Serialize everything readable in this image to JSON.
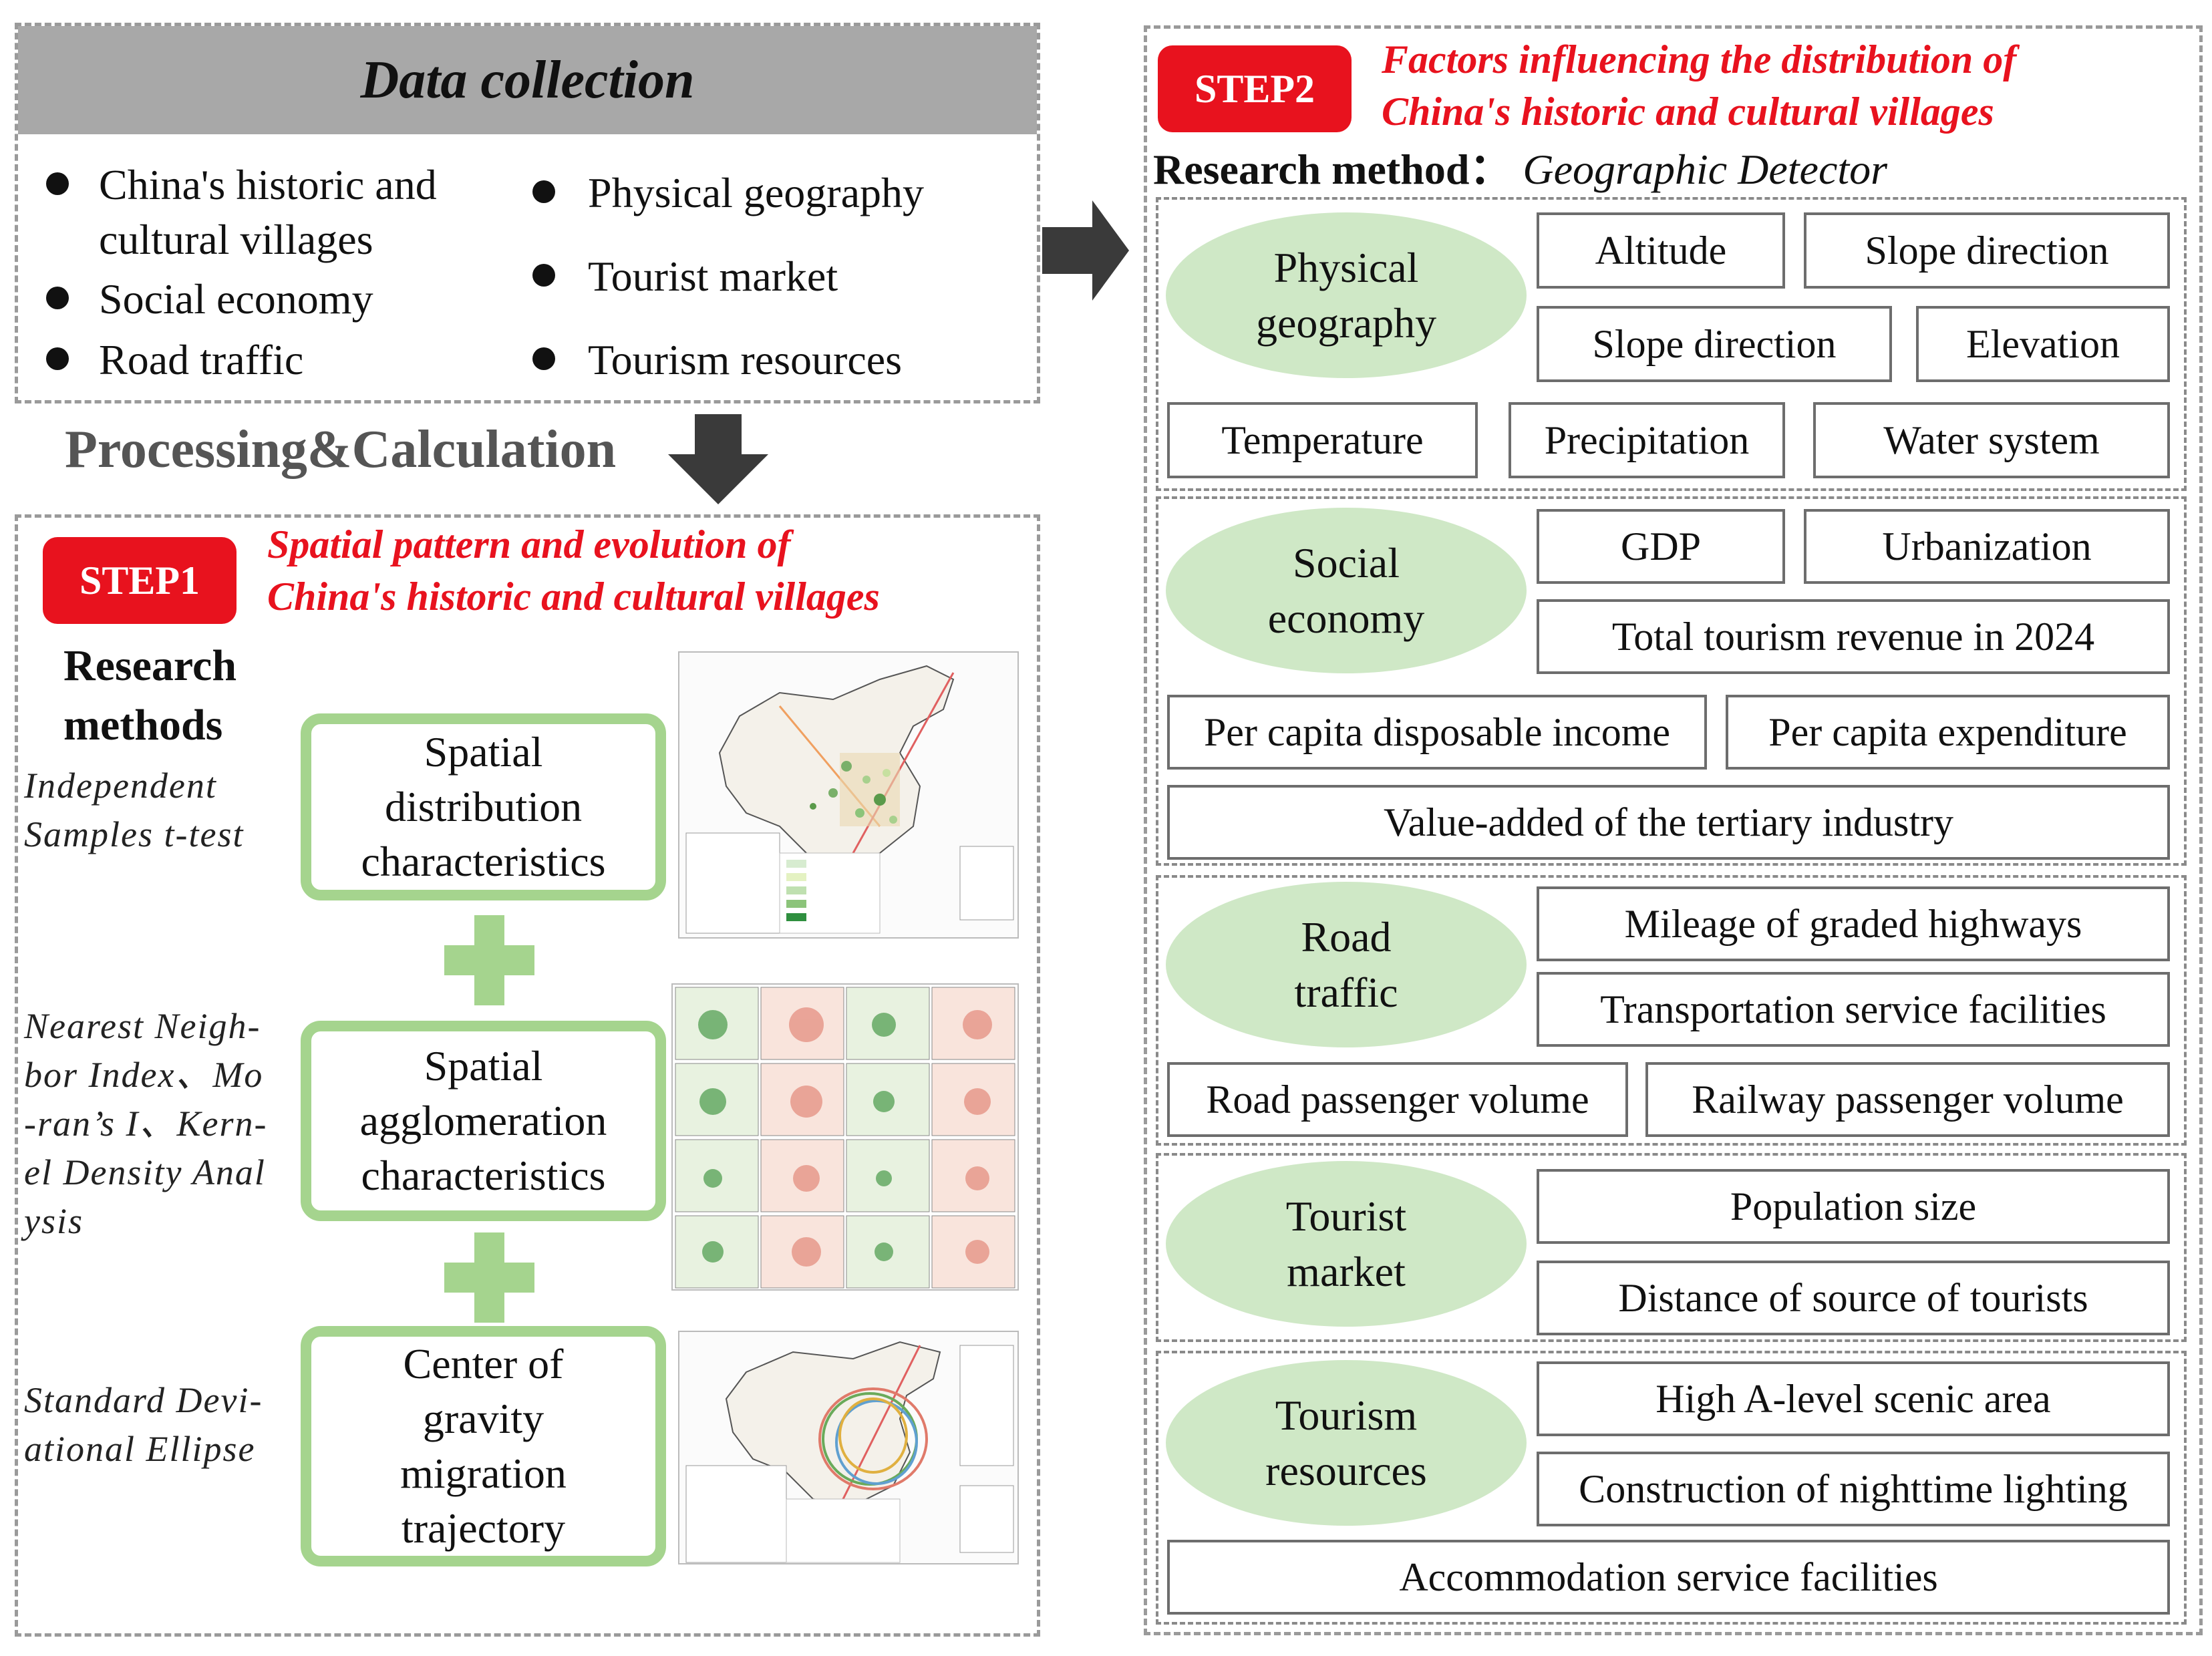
{
  "data_collection": {
    "title": "Data collection",
    "left_items": [
      "China's historic and\ncultural villages",
      "Social economy",
      "Road traffic"
    ],
    "right_items": [
      "Physical geography",
      "Tourist market",
      "Tourism resources"
    ]
  },
  "processing_label": "Processing&Calculation",
  "step1": {
    "badge": "STEP1",
    "title": "Spatial pattern and evolution of\nChina's historic and cultural villages",
    "research_methods_label": "Research\nmethods",
    "methods": [
      "Independent\nSamples t-test",
      "Nearest Neigh-\nbor Index、Mo\n-ran’s I、Kern-\nel Density Anal\nysis",
      "Standard Devi-\national Ellipse"
    ],
    "boxes": [
      "Spatial\ndistribution\ncharacteristics",
      "Spatial\nagglomeration\ncharacteristics",
      "Center of\ngravity\nmigration\ntrajectory"
    ]
  },
  "step2": {
    "badge": "STEP2",
    "title": "Factors influencing the distribution of\nChina's historic and cultural villages",
    "method_label": "Research method：",
    "method_value": "Geographic Detector",
    "groups": {
      "physical": {
        "label": "Physical\ngeography",
        "factors": [
          "Altitude",
          "Slope direction",
          "Slope direction",
          "Elevation",
          "Temperature",
          "Precipitation",
          "Water system"
        ]
      },
      "social": {
        "label": "Social\neconomy",
        "factors": [
          "GDP",
          "Urbanization",
          "Total tourism revenue in 2024",
          "Per capita disposable income",
          "Per capita expenditure",
          "Value-added of the tertiary industry"
        ]
      },
      "road": {
        "label": "Road\ntraffic",
        "factors": [
          "Mileage of graded highways",
          "Transportation service facilities",
          "Road passenger volume",
          "Railway passenger volume"
        ]
      },
      "tourist": {
        "label": "Tourist\nmarket",
        "factors": [
          "Population size",
          "Distance of source of tourists"
        ]
      },
      "tourism": {
        "label": "Tourism\nresources",
        "factors": [
          "High A-level scenic area",
          "Construction of nighttime lighting",
          "Accommodation service facilities"
        ]
      }
    }
  },
  "colors": {
    "step_red": "#e8121e",
    "ellipse_green": "#cfe8c6",
    "box_green_border": "#a5d48e",
    "header_gray": "#a8a8a8",
    "arrow": "#3a3a3a"
  }
}
